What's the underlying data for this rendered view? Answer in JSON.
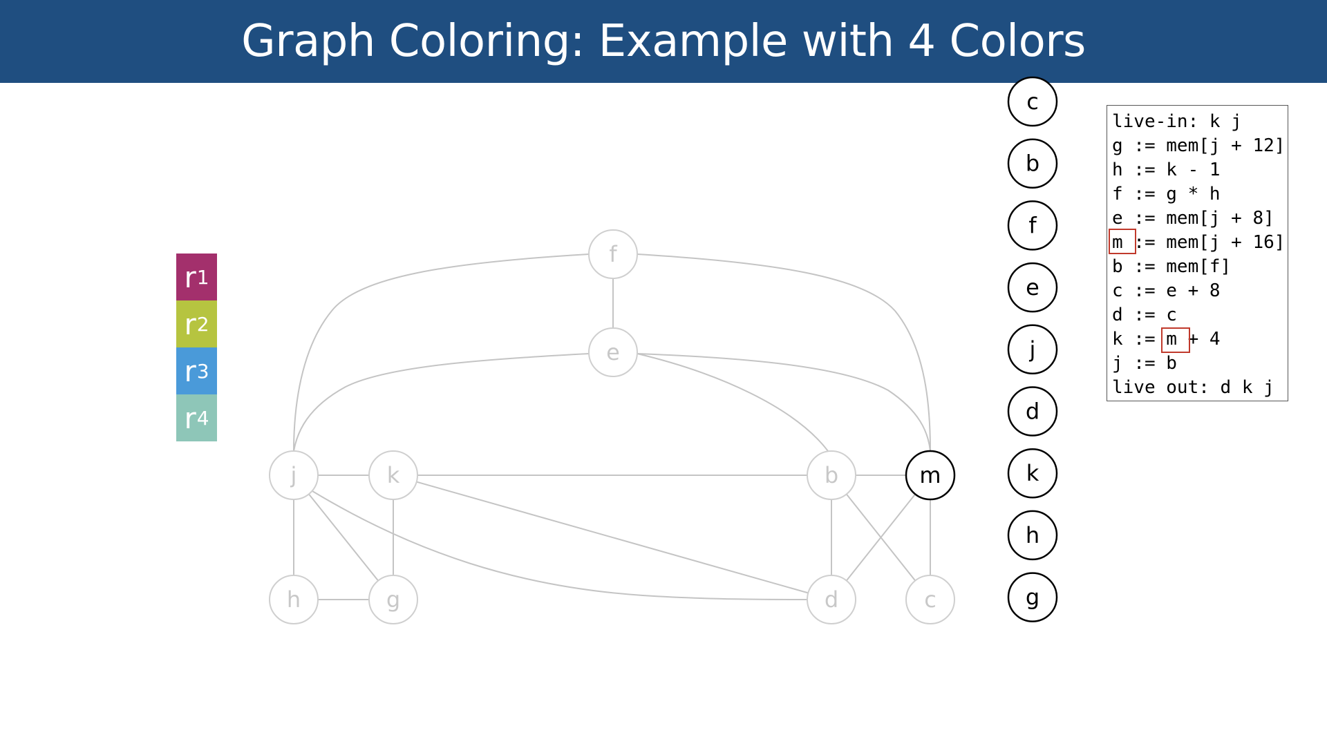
{
  "title": "Graph Coloring: Example with 4 Colors",
  "palette": [
    {
      "base": "r",
      "sub": "1",
      "color": "#a3306c"
    },
    {
      "base": "r",
      "sub": "2",
      "color": "#b6c440"
    },
    {
      "base": "r",
      "sub": "3",
      "color": "#4a9ad9"
    },
    {
      "base": "r",
      "sub": "4",
      "color": "#8ec6b8"
    }
  ],
  "graph": {
    "nodes": [
      {
        "id": "f",
        "label": "f",
        "active": false
      },
      {
        "id": "e",
        "label": "e",
        "active": false
      },
      {
        "id": "j",
        "label": "j",
        "active": false
      },
      {
        "id": "k",
        "label": "k",
        "active": false
      },
      {
        "id": "b",
        "label": "b",
        "active": false
      },
      {
        "id": "m",
        "label": "m",
        "active": true
      },
      {
        "id": "h",
        "label": "h",
        "active": false
      },
      {
        "id": "g",
        "label": "g",
        "active": false
      },
      {
        "id": "d",
        "label": "d",
        "active": false
      },
      {
        "id": "c",
        "label": "c",
        "active": false
      }
    ],
    "edges": [
      [
        "f",
        "e"
      ],
      [
        "f",
        "j"
      ],
      [
        "f",
        "m"
      ],
      [
        "e",
        "j"
      ],
      [
        "e",
        "m"
      ],
      [
        "e",
        "b"
      ],
      [
        "j",
        "k"
      ],
      [
        "j",
        "h"
      ],
      [
        "j",
        "g"
      ],
      [
        "j",
        "d"
      ],
      [
        "k",
        "g"
      ],
      [
        "k",
        "b"
      ],
      [
        "k",
        "d"
      ],
      [
        "h",
        "g"
      ],
      [
        "b",
        "m"
      ],
      [
        "b",
        "d"
      ],
      [
        "b",
        "c"
      ],
      [
        "m",
        "d"
      ],
      [
        "m",
        "c"
      ]
    ]
  },
  "stack": [
    "c",
    "b",
    "f",
    "e",
    "j",
    "d",
    "k",
    "h",
    "g"
  ],
  "code": {
    "lines": [
      "live-in: k j",
      "g := mem[j + 12]",
      "h := k - 1",
      "f := g * h",
      "e := mem[j + 8]",
      "m := mem[j + 16]",
      "b := mem[f]",
      "c := e + 8",
      "d := c",
      "k := m + 4",
      "j := b",
      "live out: d k j"
    ],
    "highlight_color": "#c0392b"
  }
}
